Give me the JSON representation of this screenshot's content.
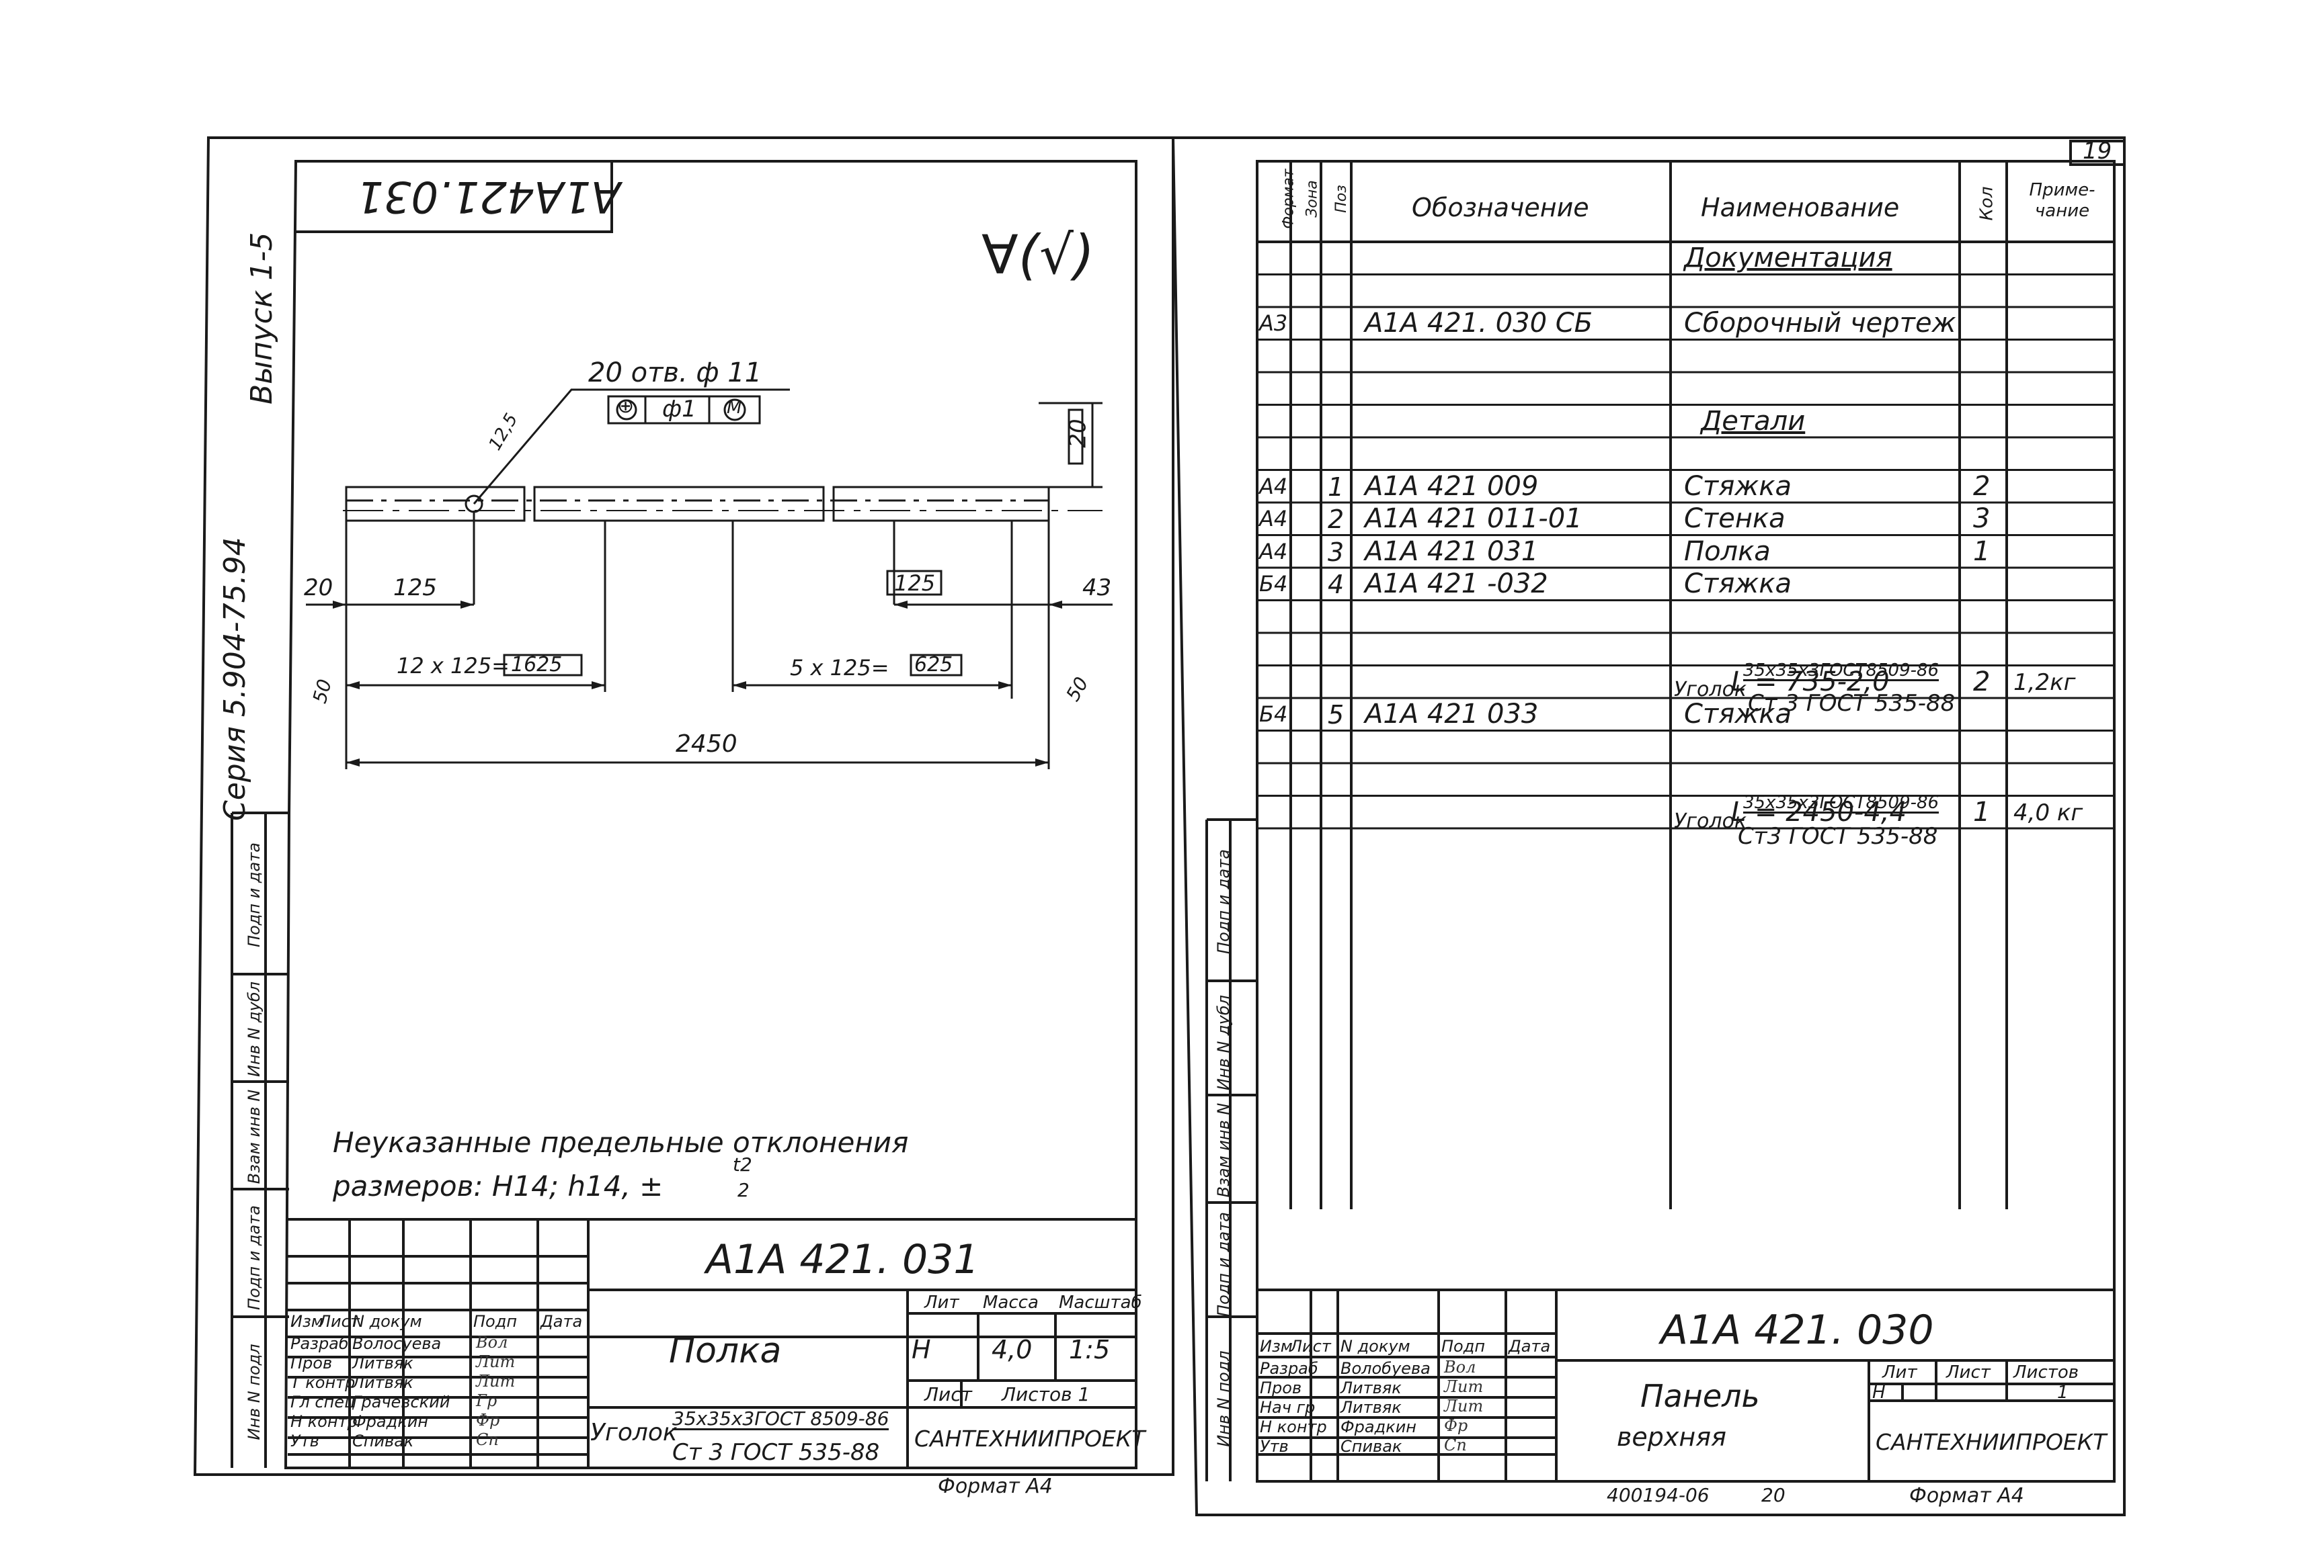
{
  "left_sheet": {
    "designation_rotated": "A1A421.031",
    "roughness_symbol": "∀(√)",
    "series_text": "Серия  5.904-75.94",
    "issue_text": "Выпуск 1-5",
    "callout": {
      "holes": "20 отв. ф 11",
      "frame_sym": "⊕",
      "frame_tol": "ф1",
      "frame_mod": "M"
    },
    "dims": {
      "d125_small": "12,5",
      "d20_h": "20",
      "d20": "20",
      "d125_left": "125",
      "d125_right": "125",
      "d43": "43",
      "d12x125": "12 x 125=",
      "d1625": "1625",
      "d5x125": "5 x 125=",
      "d625": "625",
      "d50_left": "50",
      "d50_right": "50",
      "d2450": "2450"
    },
    "note_line1": "Неуказанные   предельные   отклонения",
    "note_line2": "размеров:  H14;  h14,  ±",
    "note_frac_num": "t2",
    "note_frac_den": "2",
    "title_block": {
      "designation": "A1A 421. 031",
      "name": "Полка",
      "headers": [
        "Изм",
        "Лист",
        "N докум",
        "Подп",
        "Дата"
      ],
      "roles": [
        "Разраб",
        "Пров",
        "Т контр",
        "Гл спец",
        "Н контр",
        "Утв"
      ],
      "people": [
        "Волосуева",
        "Литвяк",
        "Литвяк",
        "Грачевский",
        "Фрадкин",
        "Спивак"
      ],
      "signatures": [
        "Вол",
        "Лит",
        "Лит",
        "Гр",
        "Фр",
        "Сп"
      ],
      "lit_label": "Лит",
      "mass_label": "Масса",
      "scale_label": "Масштаб",
      "lit_value": "Н",
      "mass_value": "4,0",
      "scale_value": "1:5",
      "sheet_label": "Лист",
      "sheets_label": "Листов 1",
      "material_prefix": "Уголок",
      "material_num": "35x35x3ГОСТ 8509-86",
      "material_den": "Ст 3 ГОСТ 535-88",
      "company": "САНТЕХНИИПРОЕКТ",
      "format": "Формат  А4"
    },
    "side_stamp": [
      "Инв N подл",
      "Подп и дата",
      "Взам инв N",
      "Инв N дубл",
      "Подп и дата"
    ]
  },
  "right_sheet": {
    "sheet_number": "19",
    "spec_headers": {
      "format": "Формат",
      "zone": "Зона",
      "pos": "Поз",
      "designation": "Обозначение",
      "name": "Наименование",
      "qty": "Кол",
      "note": "Приме-чание"
    },
    "spec_rows": [
      {
        "fmt": "",
        "pos": "",
        "des": "",
        "name": "Документация",
        "qty": "",
        "note": ""
      },
      {
        "fmt": "",
        "pos": "",
        "des": "",
        "name": "",
        "qty": "",
        "note": ""
      },
      {
        "fmt": "А3",
        "pos": "",
        "des": "A1A 421. 030 СБ",
        "name": "Сборочный чертеж",
        "qty": "",
        "note": ""
      },
      {
        "fmt": "",
        "pos": "",
        "des": "",
        "name": "",
        "qty": "",
        "note": ""
      },
      {
        "fmt": "",
        "pos": "",
        "des": "",
        "name": "",
        "qty": "",
        "note": ""
      },
      {
        "fmt": "",
        "pos": "",
        "des": "",
        "name": "Детали",
        "qty": "",
        "note": ""
      },
      {
        "fmt": "",
        "pos": "",
        "des": "",
        "name": "",
        "qty": "",
        "note": ""
      },
      {
        "fmt": "А4",
        "pos": "1",
        "des": "A1A 421 009",
        "name": "Стяжка",
        "qty": "2",
        "note": ""
      },
      {
        "fmt": "А4",
        "pos": "2",
        "des": "A1A 421 011-01",
        "name": "Стенка",
        "qty": "3",
        "note": ""
      },
      {
        "fmt": "А4",
        "pos": "3",
        "des": "A1A 421 031",
        "name": "Полка",
        "qty": "1",
        "note": ""
      },
      {
        "fmt": "Б4",
        "pos": "4",
        "des": "A1A 421 -032",
        "name": "Стяжка",
        "qty": "",
        "note": ""
      },
      {
        "fmt": "",
        "pos": "",
        "des": "",
        "name": "",
        "qty": "",
        "note": ""
      },
      {
        "fmt": "",
        "pos": "",
        "des": "",
        "name": "",
        "qty": "",
        "note": ""
      },
      {
        "fmt": "",
        "pos": "",
        "des": "",
        "name": "L = 735-2,0",
        "qty": "2",
        "note": "1,2кг"
      },
      {
        "fmt": "Б4",
        "pos": "5",
        "des": "A1A 421  033",
        "name": "Стяжка",
        "qty": "",
        "note": ""
      },
      {
        "fmt": "",
        "pos": "",
        "des": "",
        "name": "",
        "qty": "",
        "note": ""
      },
      {
        "fmt": "",
        "pos": "",
        "des": "",
        "name": "",
        "qty": "",
        "note": ""
      },
      {
        "fmt": "",
        "pos": "",
        "des": "",
        "name": "L = 2450-4,4",
        "qty": "1",
        "note": "4,0 кг"
      }
    ],
    "material_4": {
      "prefix": "Уголок",
      "num": "35x35x3ГОСТ8509-86",
      "den": "Ст 3 ГОСТ 535-88"
    },
    "material_5": {
      "prefix": "Уголок",
      "num": "35x35x3ГОСТ8509-86",
      "den": "Ст3 ГОСТ 535-88"
    },
    "title_block": {
      "designation": "A1A 421. 030",
      "name_line1": "Панель",
      "name_line2": "верхняя",
      "headers": [
        "Изм",
        "Лист",
        "N докум",
        "Подп",
        "Дата"
      ],
      "roles": [
        "Разраб",
        "Пров",
        "Нач гр",
        "Н контр",
        "Утв"
      ],
      "people": [
        "Волобуева",
        "Литвяк",
        "Литвяк",
        "Фрадкин",
        "Спивак"
      ],
      "signatures": [
        "Вол",
        "Лит",
        "Лит",
        "Фр",
        "Сп"
      ],
      "lit_label": "Лит",
      "sheet_label": "Лист",
      "sheets_label": "Листов",
      "lit_value": "Н",
      "sheets_value": "1",
      "company": "САНТЕХНИИПРОЕКТ",
      "archive": "400194-06",
      "archive_page": "20",
      "format": "Формат  А4"
    },
    "side_stamp": [
      "Инв N подл",
      "Подп и дата",
      "Взам инв N",
      "Инв N дубл",
      "Подп и дата"
    ]
  }
}
